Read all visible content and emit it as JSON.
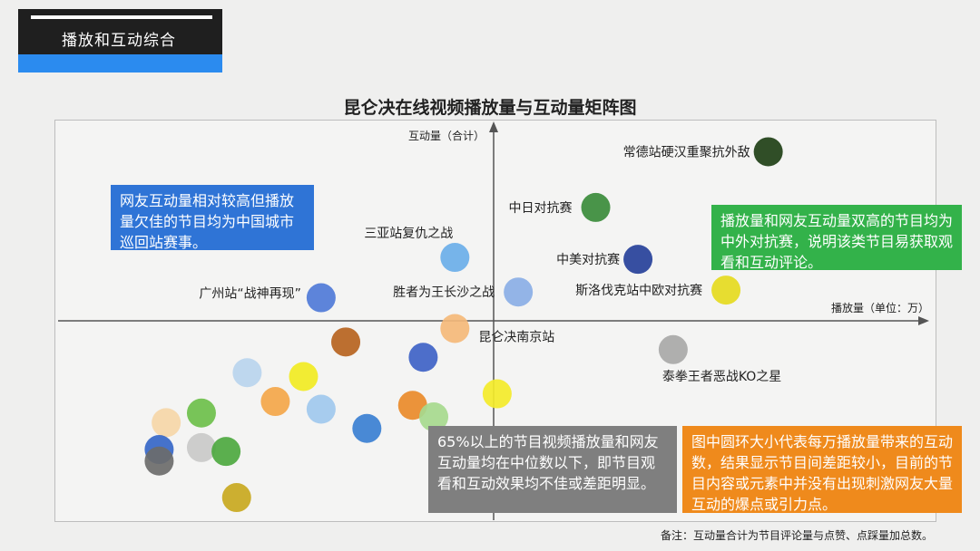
{
  "header": {
    "title": "播放和互动综合"
  },
  "notes": {
    "blue": "网友互动量相对较高但播放量欠佳的节目均为中国城市巡回站赛事。",
    "green": "播放量和网友互动量双高的节目均为中外对抗赛，说明该类节目易获取观看和互动评论。",
    "gray": "65%以上的节目视频播放量和网友互动量均在中位数以下，即节目观看和互动效果均不佳或差距明显。",
    "orange": "图中圆环大小代表每万播放量带来的互动数，结果显示节目间差距较小，目前的节目内容或元素中并没有出现刺激网友大量互动的爆点或引力点。"
  },
  "footnote": "备注：互动量合计为节目评论量与点赞、点踩量加总数。",
  "chart_data": {
    "type": "scatter",
    "title": "昆仑决在线视频播放量与互动量矩阵图",
    "xlabel": "播放量（单位：万）",
    "ylabel": "互动量（合计）",
    "quadrant_axes": true,
    "points": [
      {
        "label": "常德站硬汉重聚抗外敌",
        "x": 0.78,
        "y": 0.88,
        "color": "#1e3f16"
      },
      {
        "label": "中日对抗赛",
        "x": 0.29,
        "y": 0.59,
        "color": "#3a8b3b"
      },
      {
        "label": "中美对抗赛",
        "x": 0.41,
        "y": 0.32,
        "color": "#26409a"
      },
      {
        "label": "斯洛伐克站中欧对抗赛",
        "x": 0.66,
        "y": 0.16,
        "color": "#e5da1f"
      },
      {
        "label": "三亚站复仇之战",
        "x": -0.11,
        "y": 0.33,
        "color": "#6aaee9"
      },
      {
        "label": "胜者为王长沙之战",
        "x": 0.07,
        "y": 0.15,
        "color": "#8aaee6"
      },
      {
        "label": "广州站“战神再现”",
        "x": -0.49,
        "y": 0.12,
        "color": "#4f79d8"
      },
      {
        "label": "昆仑决南京站",
        "x": -0.11,
        "y": -0.04,
        "color": "#f4b87a"
      },
      {
        "label": "泰拳王者恶战KO之星",
        "x": 0.51,
        "y": -0.15,
        "color": "#a8a8a8"
      },
      {
        "label": "",
        "x": -0.42,
        "y": -0.11,
        "color": "#b6631f"
      },
      {
        "label": "",
        "x": -0.2,
        "y": -0.19,
        "color": "#3e62c7"
      },
      {
        "label": "",
        "x": -0.7,
        "y": -0.27,
        "color": "#b9d4ee"
      },
      {
        "label": "",
        "x": -0.54,
        "y": -0.29,
        "color": "#f1ea23"
      },
      {
        "label": "",
        "x": -0.62,
        "y": -0.42,
        "color": "#f3a64a"
      },
      {
        "label": "",
        "x": -0.49,
        "y": -0.46,
        "color": "#9fc8ee"
      },
      {
        "label": "",
        "x": -0.23,
        "y": -0.44,
        "color": "#e98a2a"
      },
      {
        "label": "",
        "x": -0.17,
        "y": -0.5,
        "color": "#a6d98e"
      },
      {
        "label": "",
        "x": -0.36,
        "y": -0.56,
        "color": "#3a7fd2"
      },
      {
        "label": "",
        "x": 0.01,
        "y": -0.38,
        "color": "#f3ea2a"
      },
      {
        "label": "",
        "x": -0.83,
        "y": -0.48,
        "color": "#6cbf4b"
      },
      {
        "label": "",
        "x": -0.93,
        "y": -0.53,
        "color": "#f5d6a8"
      },
      {
        "label": "",
        "x": -0.83,
        "y": -0.66,
        "color": "#c9c9c9"
      },
      {
        "label": "",
        "x": -0.76,
        "y": -0.68,
        "color": "#4da840"
      },
      {
        "label": "",
        "x": -0.95,
        "y": -0.67,
        "color": "#3566c8"
      },
      {
        "label": "",
        "x": -0.95,
        "y": -0.73,
        "color": "#6b6b6b"
      },
      {
        "label": "",
        "x": -0.73,
        "y": -0.92,
        "color": "#c8a81f"
      }
    ]
  }
}
